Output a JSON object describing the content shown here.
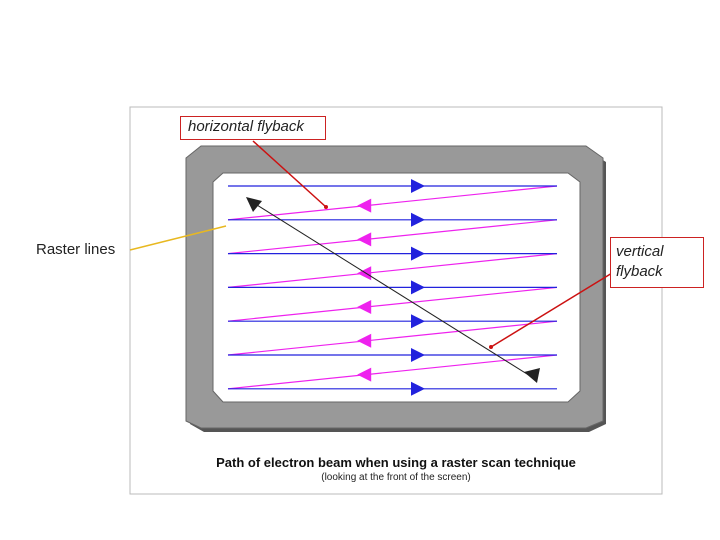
{
  "labels": {
    "horizontal_flyback": "horizontal flyback",
    "vertical_flyback": "vertical flyback",
    "raster_lines": "Raster lines"
  },
  "caption": {
    "main": "Path of electron beam when using a raster scan technique",
    "sub": "(looking at the front of the screen)"
  },
  "colors": {
    "scan_line": "#2222dd",
    "flyback_line": "#ee22ee",
    "vertical_flyback_line": "#222222",
    "callout_pointer": "#cc1111",
    "raster_pointer": "#e8b820",
    "screen_bezel": "#999999",
    "frame_border": "#bbbbbb"
  },
  "raster": {
    "scan_line_count": 7,
    "flyback_count": 6
  }
}
